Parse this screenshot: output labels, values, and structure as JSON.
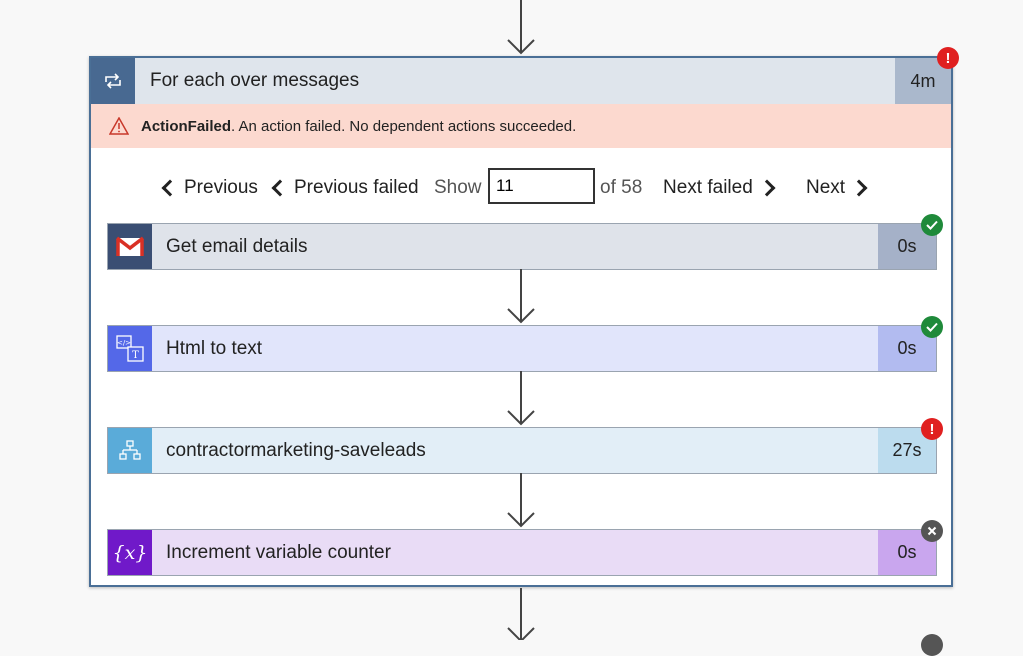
{
  "scope": {
    "title": "For each over messages",
    "duration": "4m",
    "status": "failed",
    "error": {
      "code": "ActionFailed",
      "message": ". An action failed. No dependent actions succeeded."
    }
  },
  "pager": {
    "previous_label": "Previous",
    "previous_failed_label": "Previous failed",
    "show_label": "Show",
    "current_value": "11",
    "of_label": "of 58",
    "next_failed_label": "Next failed",
    "next_label": "Next"
  },
  "actions": [
    {
      "title": "Get email details",
      "duration": "0s",
      "status": "succeeded",
      "icon": "gmail-icon"
    },
    {
      "title": "Html to text",
      "duration": "0s",
      "status": "succeeded",
      "icon": "html-to-text-icon"
    },
    {
      "title": "contractormarketing-saveleads",
      "duration": "27s",
      "status": "failed",
      "icon": "workflow-icon"
    },
    {
      "title": "Increment variable counter",
      "duration": "0s",
      "status": "skipped",
      "icon": "variable-icon"
    }
  ],
  "colors": {
    "scope_header": "#dfe5ec",
    "scope_icon": "#486991",
    "error_banner": "#fcd9cf",
    "success": "#1f8a3a",
    "failure": "#e02020",
    "skipped": "#555555"
  }
}
